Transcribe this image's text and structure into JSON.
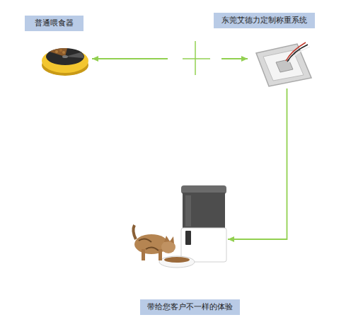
{
  "diagram": {
    "nodes": [
      {
        "text": [
          "普通喂食器"
        ]
      },
      {
        "text": [
          "东莞艾德力定制称重系统"
        ]
      },
      {
        "text": [
          "带给您客户不一样的体验"
        ]
      }
    ],
    "edges": [
      {
        "from": 1,
        "to": 0,
        "arrow": "both"
      },
      {
        "from": 1,
        "to": 2,
        "arrow": "to"
      }
    ]
  }
}
